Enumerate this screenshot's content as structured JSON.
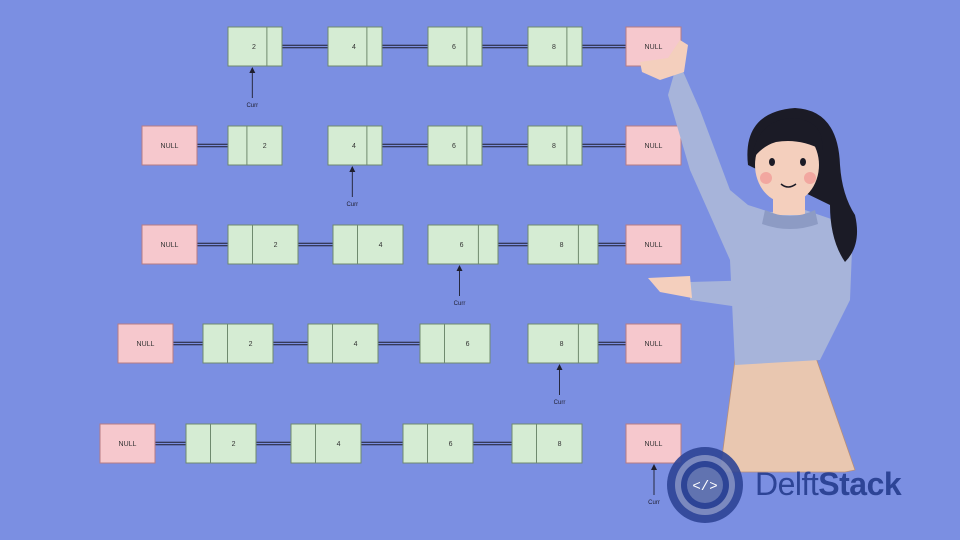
{
  "null_label": "NULL",
  "curr_label": "Curr",
  "brand": {
    "part1": "Delft",
    "part2": "Stack"
  },
  "colors": {
    "background": "#7b8fe2",
    "node_fill": "#d5ecd3",
    "null_fill": "#f6c8cd",
    "brand_blue": "#2d4496"
  },
  "rows": [
    {
      "left_null": false,
      "nodes": [
        "2",
        "4",
        "6",
        "8"
      ],
      "right_null": true,
      "curr_index": 0
    },
    {
      "left_null": true,
      "nodes": [
        "2",
        "4",
        "6",
        "8"
      ],
      "right_null": true,
      "curr_index": 1
    },
    {
      "left_null": true,
      "nodes": [
        "2",
        "4",
        "6",
        "8"
      ],
      "right_null": true,
      "curr_index": 2
    },
    {
      "left_null": true,
      "nodes": [
        "2",
        "4",
        "6",
        "8"
      ],
      "right_null": true,
      "curr_index": 3
    },
    {
      "left_null": true,
      "nodes": [
        "2",
        "4",
        "6",
        "8"
      ],
      "right_null": true,
      "curr_index": 4
    }
  ]
}
